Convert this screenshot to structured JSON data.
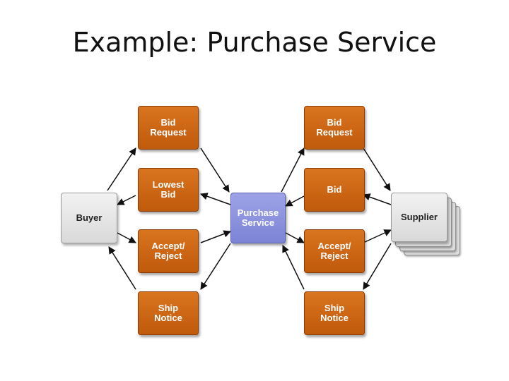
{
  "title": "Example: Purchase Service",
  "nodes": {
    "buyer": "Buyer",
    "supplier": "Supplier",
    "purchase_service": "Purchase\nService",
    "left": {
      "bid_request": "Bid\nRequest",
      "lowest_bid": "Lowest\nBid",
      "accept_reject": "Accept/\nReject",
      "ship_notice": "Ship\nNotice"
    },
    "right": {
      "bid_request": "Bid\nRequest",
      "bid": "Bid",
      "accept_reject": "Accept/\nReject",
      "ship_notice": "Ship\nNotice"
    }
  },
  "colors": {
    "message_box": "#c9630f",
    "service_box": "#8a90dd",
    "party_box": "#e6e6e6",
    "arrow": "#111111"
  }
}
